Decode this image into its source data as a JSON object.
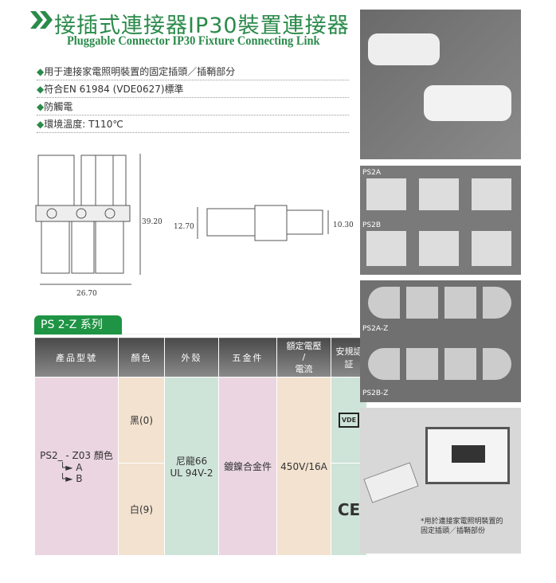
{
  "header": {
    "title_zh": "接插式連接器IP30裝置連接器",
    "title_en": "Pluggable Connector IP30 Fixture Connecting Link"
  },
  "features": [
    "用于連接家電照明裝置的固定插頭／插鞘部分",
    "符合EN 61984 (VDE0627)標準",
    "防觸電",
    "環境溫度:  T110℃"
  ],
  "bullet": "◆",
  "dimensions": {
    "height": "39.20",
    "width": "26.70",
    "side_left": "12.70",
    "side_right": "10.30"
  },
  "series_label": "PS 2-Z 系列",
  "table": {
    "headers": [
      "產品型號",
      "顏色",
      "外殼",
      "五金件",
      "額定電壓／電流",
      "安規認証"
    ],
    "header_voltage": [
      "額定電壓",
      "/",
      "電流"
    ],
    "model": "PS2_ - Z03 顏色",
    "model_options": [
      "A",
      "B"
    ],
    "colors": [
      "黑(0)",
      "白(9)"
    ],
    "housing": [
      "尼龍66",
      "UL 94V-2"
    ],
    "hardware": "鍍鎳合金件",
    "rating": "450V/16A",
    "certs": [
      "VDE",
      "CE"
    ]
  },
  "photos": {
    "labels": [
      "PS2A",
      "PS2B",
      "PS2A-Z",
      "PS2B-Z"
    ],
    "caption": [
      "*用於連接家電照明裝置的",
      "固定插頭／插鞘部份"
    ]
  },
  "colors": {
    "brand_green": "#2a8a4a"
  }
}
